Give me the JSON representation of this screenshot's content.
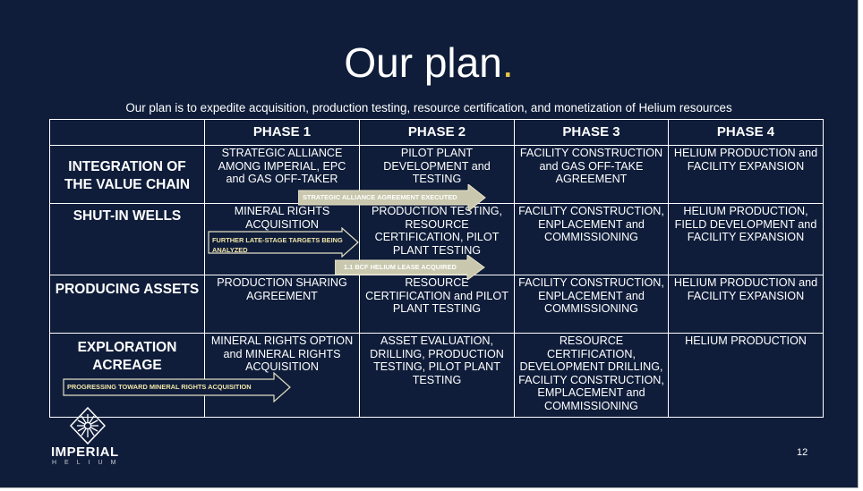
{
  "slide": {
    "title": "Our plan",
    "title_dot": ".",
    "subtitle": "Our plan is to expedite acquisition, production testing, resource certification, and monetization of Helium resources",
    "page_number": "12"
  },
  "brand": {
    "name": "IMPERIAL",
    "sub": "HELIUM",
    "logo_icon": "sunburst-diamond-icon"
  },
  "table": {
    "headers": [
      "",
      "PHASE 1",
      "PHASE 2",
      "PHASE 3",
      "PHASE 4"
    ],
    "rows": [
      {
        "label": "INTEGRATION OF THE VALUE CHAIN",
        "cells": [
          "STRATEGIC ALLIANCE AMONG IMPERIAL, EPC and GAS OFF-TAKER",
          "PILOT PLANT DEVELOPMENT and TESTING",
          "FACILITY CONSTRUCTION and GAS OFF-TAKE AGREEMENT",
          "HELIUM PRODUCTION and FACILITY EXPANSION"
        ]
      },
      {
        "label": "SHUT-IN WELLS",
        "cells": [
          "MINERAL RIGHTS ACQUISITION",
          "PRODUCTION TESTING, RESOURCE CERTIFICATION, PILOT PLANT TESTING",
          "FACILITY CONSTRUCTION, ENPLACEMENT and COMMISSIONING",
          "HELIUM PRODUCTION, FIELD DEVELOPMENT and FACILITY EXPANSION"
        ]
      },
      {
        "label": "PRODUCING ASSETS",
        "cells": [
          "PRODUCTION SHARING AGREEMENT",
          "RESOURCE CERTIFICATION and PILOT PLANT TESTING",
          "FACILITY CONSTRUCTION, ENPLACEMENT and COMMISSIONING",
          "HELIUM PRODUCTION and FACILITY EXPANSION"
        ]
      },
      {
        "label": "EXPLORATION ACREAGE",
        "cells": [
          "MINERAL RIGHTS OPTION and MINERAL RIGHTS ACQUISITION",
          "ASSET EVALUATION, DRILLING, PRODUCTION TESTING, PILOT PLANT TESTING",
          "RESOURCE CERTIFICATION, DEVELOPMENT DRILLING, FACILITY CONSTRUCTION, EMPLACEMENT and COMMISSIONING",
          "HELIUM PRODUCTION"
        ]
      }
    ]
  },
  "arrows": [
    {
      "id": "strategic-alliance",
      "label": "STRATEGIC ALLIANCE AGREEMENT EXECUTED",
      "style": "filled"
    },
    {
      "id": "late-stage-targets",
      "label": "FURTHER LATE-STAGE TARGETS BEING ANALYZED",
      "style": "outline"
    },
    {
      "id": "helium-lease",
      "label": "1.1 BCF HELIUM LEASE ACQUIRED",
      "style": "filled"
    },
    {
      "id": "mineral-rights",
      "label": "PROGRESSING TOWARD  MINERAL RIGHTS ACQUISITION",
      "style": "outline"
    }
  ],
  "colors": {
    "background": "#0f1d3a",
    "accent_dot": "#e8c44a",
    "arrow_fill": "#c9c8ae",
    "arrow_outline": "#e3dfc4",
    "text": "#ffffff"
  }
}
